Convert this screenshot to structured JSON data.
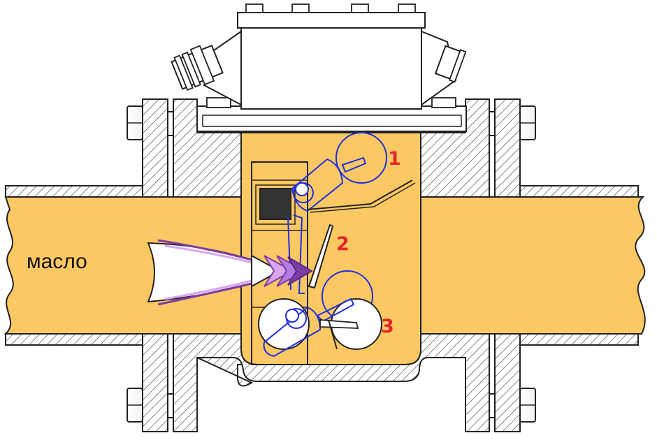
{
  "diagram": {
    "fluid_label": "масло",
    "callouts": [
      "1",
      "2",
      "3"
    ],
    "colors": {
      "oil": "#fcc863",
      "hatch": "#444444",
      "outline": "#222222",
      "mechanism": "#1f2fe0",
      "callout_text": "#e3262b",
      "arrow_light": "#d9a6ef",
      "arrow_dark": "#7c3ca6"
    }
  }
}
